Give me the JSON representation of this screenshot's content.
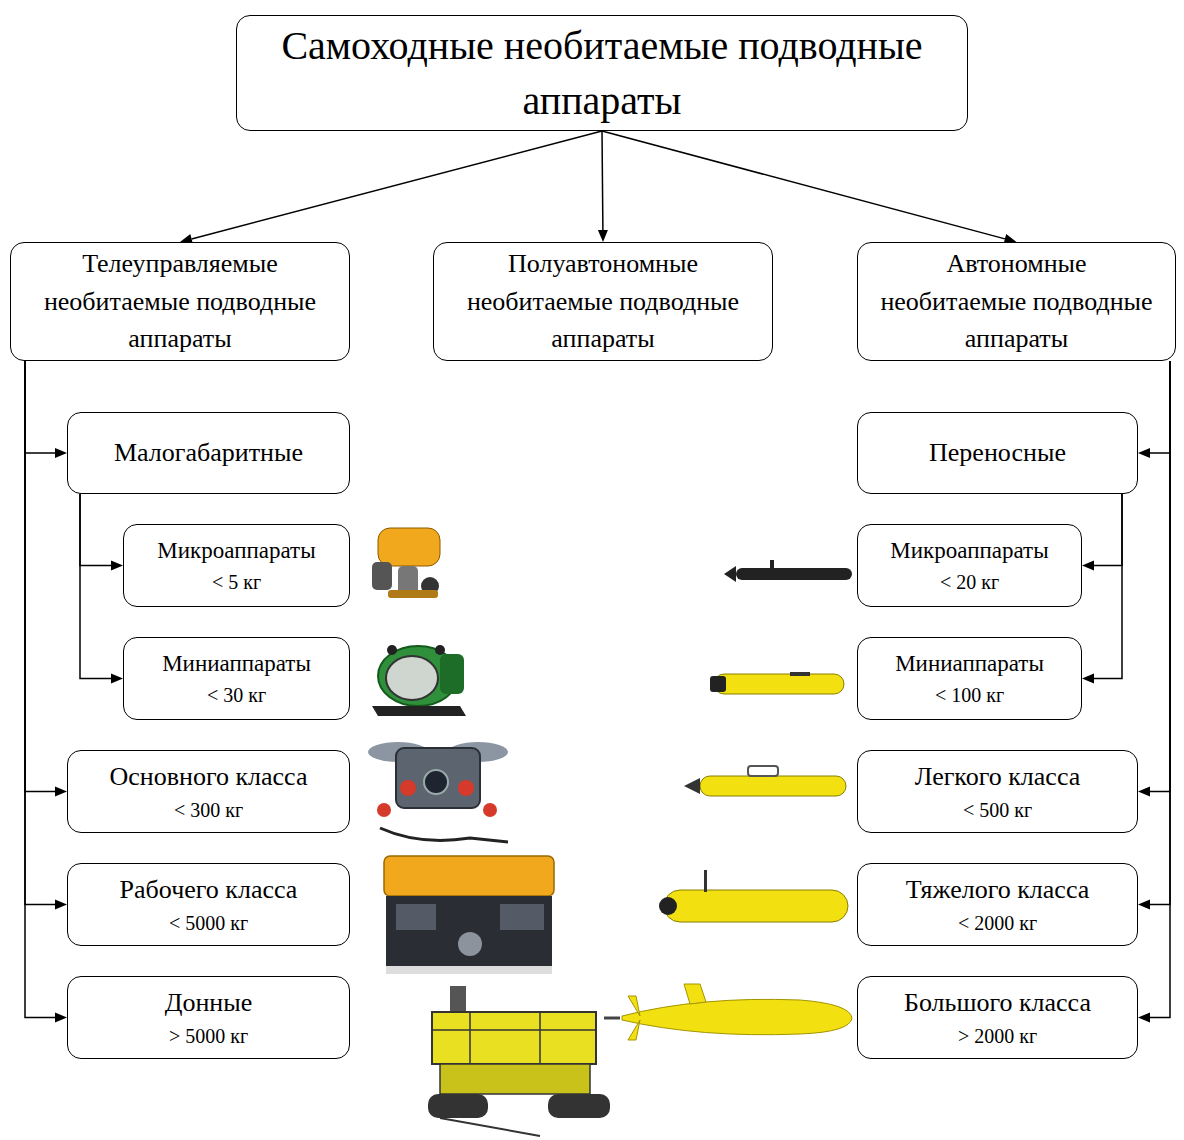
{
  "diagram": {
    "nodes": [
      {
        "text": [
          "Самоходные необитаемые подводные аппараты"
        ]
      },
      {
        "text": [
          "Телеуправляемые необитаемые подводные аппараты"
        ]
      },
      {
        "text": [
          "Полуавтономные необитаемые подводные аппараты"
        ]
      },
      {
        "text": [
          "Автономные необитаемые подводные аппараты"
        ]
      },
      {
        "text": [
          "Малогабаритные"
        ]
      },
      {
        "text": [
          "Микроаппараты",
          "< 5 кг"
        ]
      },
      {
        "text": [
          "Миниаппараты",
          "< 30 кг"
        ]
      },
      {
        "text": [
          "Основного класса",
          "< 300 кг"
        ]
      },
      {
        "text": [
          "Рабочего класса",
          "< 5000 кг"
        ]
      },
      {
        "text": [
          "Донные",
          "> 5000 кг"
        ]
      },
      {
        "text": [
          "Переносные"
        ]
      },
      {
        "text": [
          "Микроаппараты",
          "< 20 кг"
        ]
      },
      {
        "text": [
          "Миниаппараты",
          "< 100 кг"
        ]
      },
      {
        "text": [
          "Легкого класса",
          "< 500 кг"
        ]
      },
      {
        "text": [
          "Тяжелого класса",
          "< 2000 кг"
        ]
      },
      {
        "text": [
          "Большого класса",
          "> 2000 кг"
        ]
      }
    ],
    "edges": [
      {
        "from": 0,
        "to": 1,
        "arrow": "to"
      },
      {
        "from": 0,
        "to": 2,
        "arrow": "to"
      },
      {
        "from": 0,
        "to": 3,
        "arrow": "to"
      },
      {
        "from": 1,
        "to": 4,
        "arrow": "to"
      },
      {
        "from": 4,
        "to": 5,
        "arrow": "to"
      },
      {
        "from": 4,
        "to": 6,
        "arrow": "to"
      },
      {
        "from": 1,
        "to": 7,
        "arrow": "to"
      },
      {
        "from": 1,
        "to": 8,
        "arrow": "to"
      },
      {
        "from": 1,
        "to": 9,
        "arrow": "to"
      },
      {
        "from": 3,
        "to": 10,
        "arrow": "to"
      },
      {
        "from": 10,
        "to": 11,
        "arrow": "to"
      },
      {
        "from": 10,
        "to": 12,
        "arrow": "to"
      },
      {
        "from": 3,
        "to": 13,
        "arrow": "to"
      },
      {
        "from": 3,
        "to": 14,
        "arrow": "to"
      },
      {
        "from": 3,
        "to": 15,
        "arrow": "to"
      }
    ]
  }
}
